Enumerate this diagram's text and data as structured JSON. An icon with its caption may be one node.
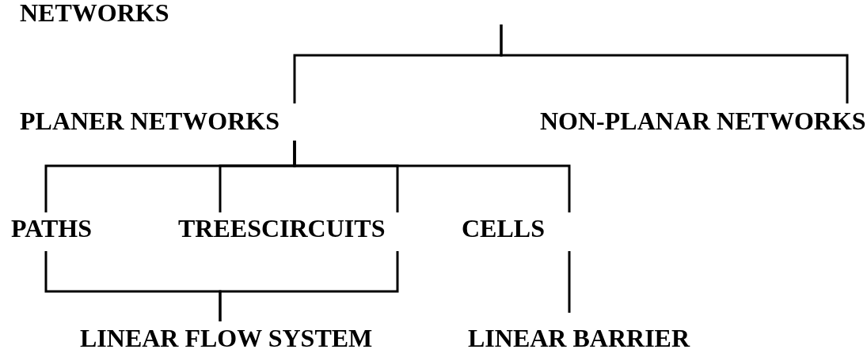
{
  "diagram": {
    "nodes": [
      {
        "text": [
          "NETWORKS"
        ]
      },
      {
        "text": [
          "PLANER NETWORKS"
        ]
      },
      {
        "text": [
          "NON-PLANAR NETWORKS"
        ]
      },
      {
        "text": [
          "PATHS"
        ]
      },
      {
        "text": [
          "TREESCIRCUITS"
        ]
      },
      {
        "text": [
          "CELLS"
        ]
      },
      {
        "text": [
          "LINEAR FLOW SYSTEM"
        ]
      },
      {
        "text": [
          "LINEAR BARRIER"
        ]
      }
    ],
    "edges": [
      {
        "from": null,
        "to": 1,
        "arrow": "none"
      },
      {
        "from": null,
        "to": 2,
        "arrow": "none"
      },
      {
        "from": 1,
        "to": 3,
        "arrow": "none"
      },
      {
        "from": 1,
        "to": 4,
        "arrow": "none"
      },
      {
        "from": 1,
        "to": 4,
        "arrow": "none"
      },
      {
        "from": 1,
        "to": 5,
        "arrow": "none"
      },
      {
        "from": 3,
        "to": 6,
        "arrow": "none"
      },
      {
        "from": 4,
        "to": 6,
        "arrow": "none"
      },
      {
        "from": 5,
        "to": 7,
        "arrow": "none"
      }
    ]
  }
}
